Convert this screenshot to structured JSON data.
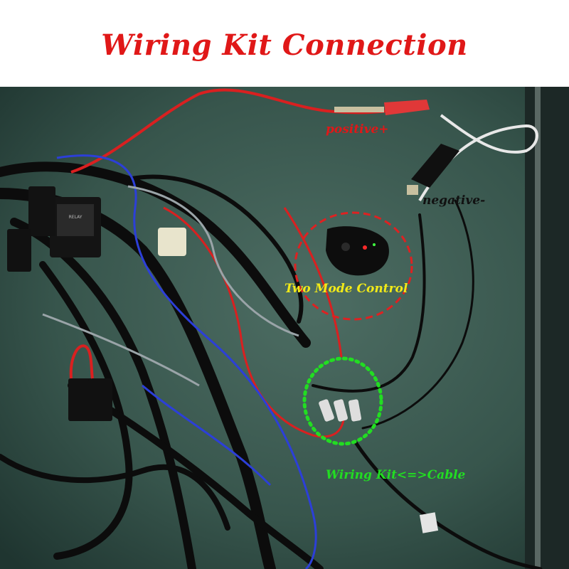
{
  "title": "Wiring Kit Connection",
  "colors": {
    "title": "#e01818",
    "positive_label": "#e01818",
    "negative_label": "#111111",
    "two_mode_label": "#f2ea18",
    "wiring_label": "#22dd22",
    "red_circle": "#dd2222",
    "green_circle": "#22dd22",
    "board": "#2f4a43"
  },
  "labels": {
    "positive": "positive+",
    "negative": "negative-",
    "two_mode": "Two Mode Control",
    "wiring": "Wiring Kit<=>Cable"
  },
  "icons": {
    "relay": "relay-icon",
    "controller": "switch-controller-icon",
    "connector": "connector-icon",
    "clip": "alligator-clip-icon"
  }
}
